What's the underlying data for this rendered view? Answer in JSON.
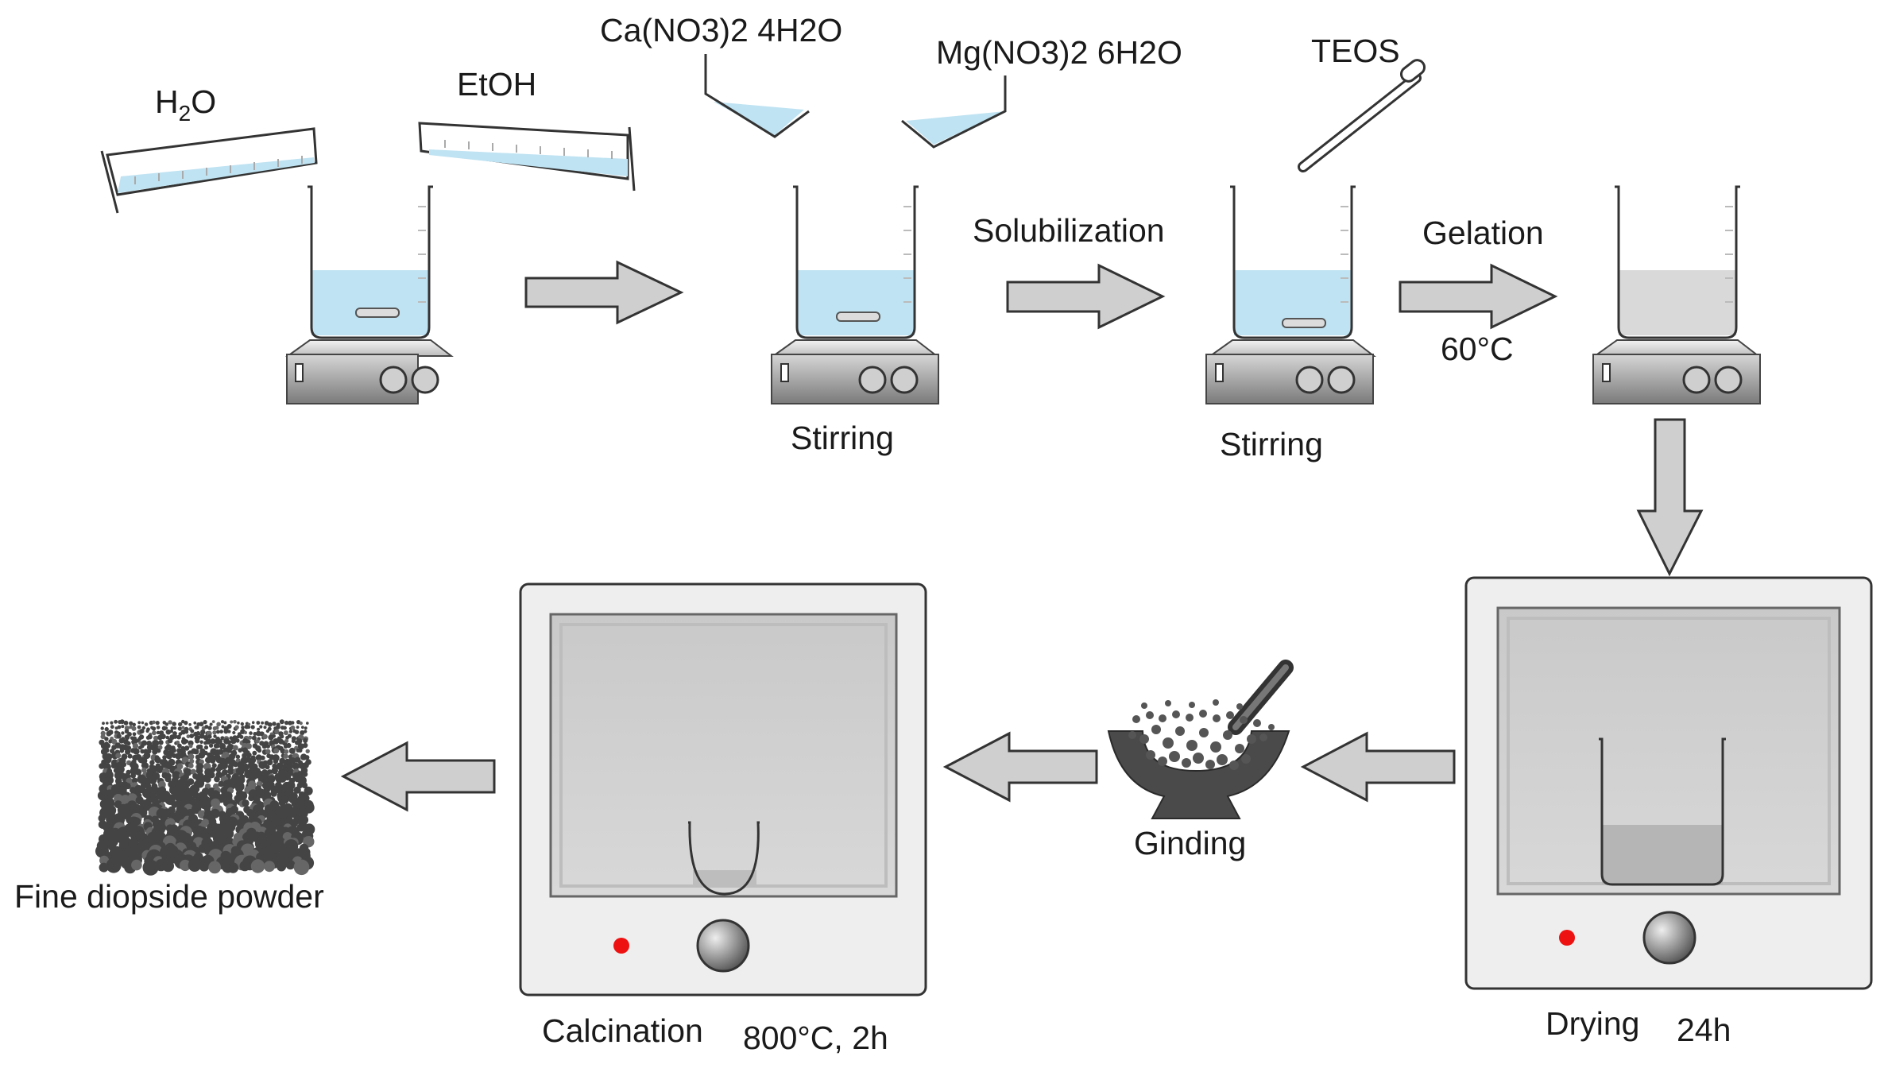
{
  "reagents": {
    "water": "H2O",
    "water_main": "H",
    "water_sub": "2",
    "water_tail": "O",
    "ethanol": "EtOH",
    "calcium_nitrate": "Ca(NO3)2 4H2O",
    "magnesium_nitrate": "Mg(NO3)2 6H2O",
    "teos": "TEOS"
  },
  "steps": {
    "stirring_1": "Stirring",
    "solubilization": "Solubilization",
    "stirring_2": "Stirring",
    "gelation": "Gelation",
    "gelation_temp": "60°C",
    "drying": "Drying",
    "drying_time": "24h",
    "grinding": "Ginding",
    "calcination": "Calcination",
    "calcination_conditions": "800°C, 2h",
    "product": "Fine diopside powder"
  },
  "colors": {
    "solution": "#bfe3f2",
    "gel": "#d9d9d9",
    "arrow_fill": "#cfcfcf",
    "powder": "#444444",
    "indicator_red": "#ee1111"
  }
}
